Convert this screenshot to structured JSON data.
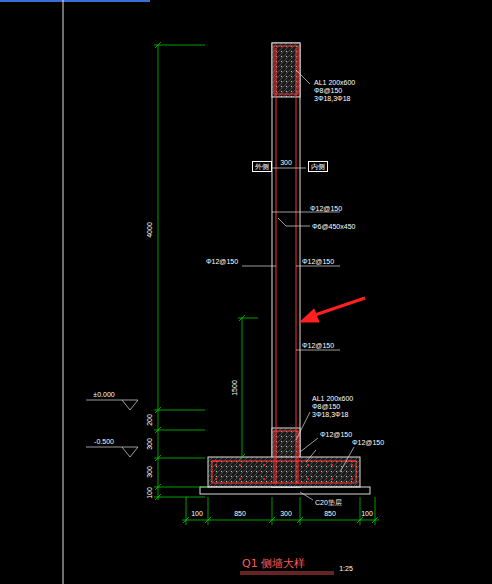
{
  "diagram": {
    "title": "Q1 侧墙大样",
    "nodes": [
      {
        "text": [
          "外侧"
        ]
      },
      {
        "text": [
          "内侧"
        ]
      }
    ],
    "labels": [
      "AL1 200x600",
      "Φ8@150",
      "3Φ18,3Φ18",
      "300",
      "Φ12@150",
      "Φ6@450x450",
      "Φ12@150",
      "Φ12@150",
      "Φ12@150",
      "4000",
      "1500",
      "±0.000",
      "-0.500",
      "200",
      "300",
      "300",
      "100",
      "AL1 200x600",
      "Φ8@150",
      "3Φ18,3Φ18",
      "Φ12@150",
      "Φ12@150",
      "C20垫层",
      "100",
      "850",
      "300",
      "850",
      "100",
      "1:25"
    ]
  }
}
